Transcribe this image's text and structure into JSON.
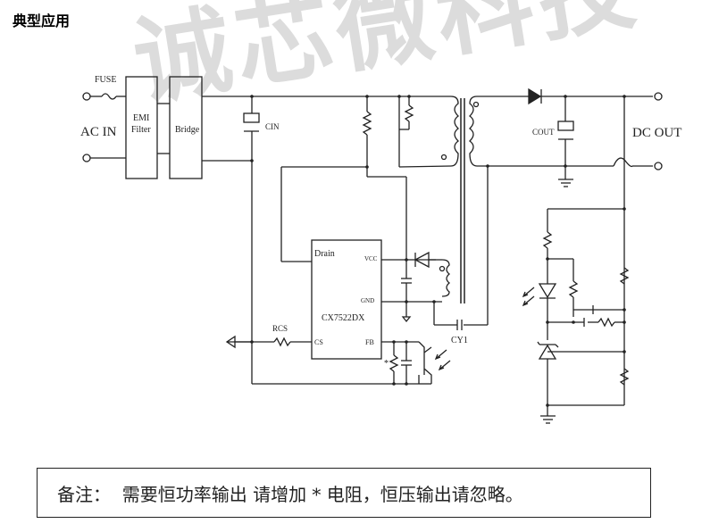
{
  "title": "典型应用",
  "watermark": "诚芯微科技",
  "schematic": {
    "labels": {
      "fuse": "FUSE",
      "ac_in": "AC IN",
      "emi_line1": "EMI",
      "emi_line2": "Filter",
      "bridge": "Bridge",
      "cin": "CIN",
      "cout": "COUT",
      "dc_out": "DC OUT",
      "ic_name": "CX7522DX",
      "pin_drain": "Drain",
      "pin_vcc": "VCC",
      "pin_gnd": "GND",
      "pin_cs": "CS",
      "pin_fb": "FB",
      "rcs": "RCS",
      "cy1": "CY1",
      "star": "*"
    }
  },
  "note": {
    "label": "备注：",
    "text": "需要恒功率输出 请增加 * 电阻，恒压输出请忽略。"
  }
}
